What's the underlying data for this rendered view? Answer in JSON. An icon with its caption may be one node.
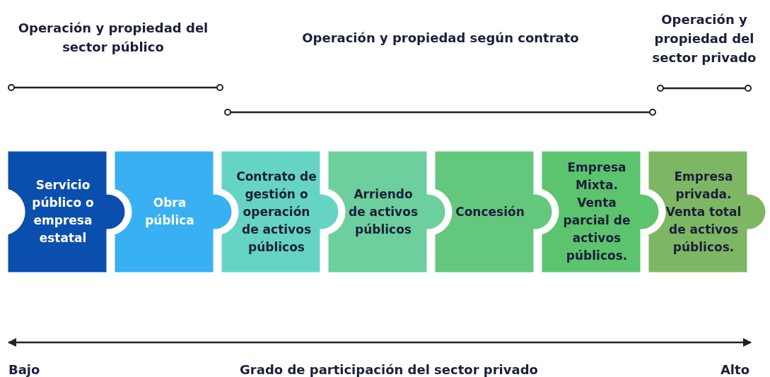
{
  "diagram": {
    "nodes": [
      {
        "text": [
          "Servicio público o empresa estatal"
        ]
      },
      {
        "text": [
          "Obra pública"
        ]
      },
      {
        "text": [
          "Contrato de gestión o operación de activos públicos"
        ]
      },
      {
        "text": [
          "Arriendo de activos públicos"
        ]
      },
      {
        "text": [
          "Concesión"
        ]
      },
      {
        "text": [
          "Empresa Mixta. Venta parcial de activos públicos."
        ]
      },
      {
        "text": [
          "Empresa privada. Venta total de activos públicos."
        ]
      }
    ],
    "edges": [],
    "labels": [
      "Operación y propiedad del sector público",
      "Operación y propiedad según contrato",
      "Operación y propiedad del sector privado",
      "Bajo",
      "Grado de participación del sector privado",
      "Alto"
    ]
  }
}
